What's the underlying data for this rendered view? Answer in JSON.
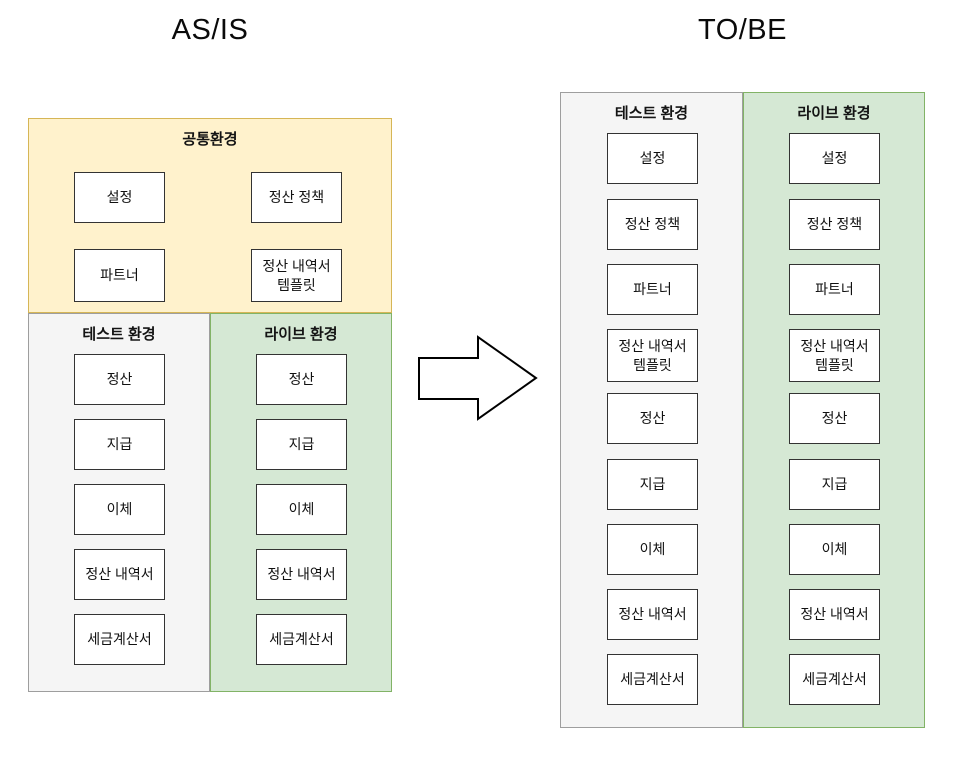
{
  "titles": {
    "asis": "AS/IS",
    "tobe": "TO/BE"
  },
  "colors": {
    "common_fill": "#FFF2CC",
    "common_border": "#D6B656",
    "test_fill": "#F5F5F5",
    "test_border": "#9e9e9e",
    "live_fill": "#D5E8D4",
    "live_border": "#82B366",
    "module_fill": "#FFFFFF",
    "module_border": "#333333"
  },
  "asis": {
    "common": {
      "label": "공통환경",
      "boxes": [
        "설정",
        "정산 정책",
        "파트너",
        "정산 내역서\n템플릿"
      ]
    },
    "test": {
      "label": "테스트 환경",
      "boxes": [
        "정산",
        "지급",
        "이체",
        "정산 내역서",
        "세금계산서"
      ]
    },
    "live": {
      "label": "라이브 환경",
      "boxes": [
        "정산",
        "지급",
        "이체",
        "정산 내역서",
        "세금계산서"
      ]
    }
  },
  "tobe": {
    "test": {
      "label": "테스트 환경",
      "boxes": [
        "설정",
        "정산 정책",
        "파트너",
        "정산 내역서\n템플릿",
        "정산",
        "지급",
        "이체",
        "정산 내역서",
        "세금계산서"
      ]
    },
    "live": {
      "label": "라이브 환경",
      "boxes": [
        "설정",
        "정산 정책",
        "파트너",
        "정산 내역서\n템플릿",
        "정산",
        "지급",
        "이체",
        "정산 내역서",
        "세금계산서"
      ]
    }
  },
  "arrow": {
    "meaning": "transition from AS/IS to TO/BE"
  }
}
